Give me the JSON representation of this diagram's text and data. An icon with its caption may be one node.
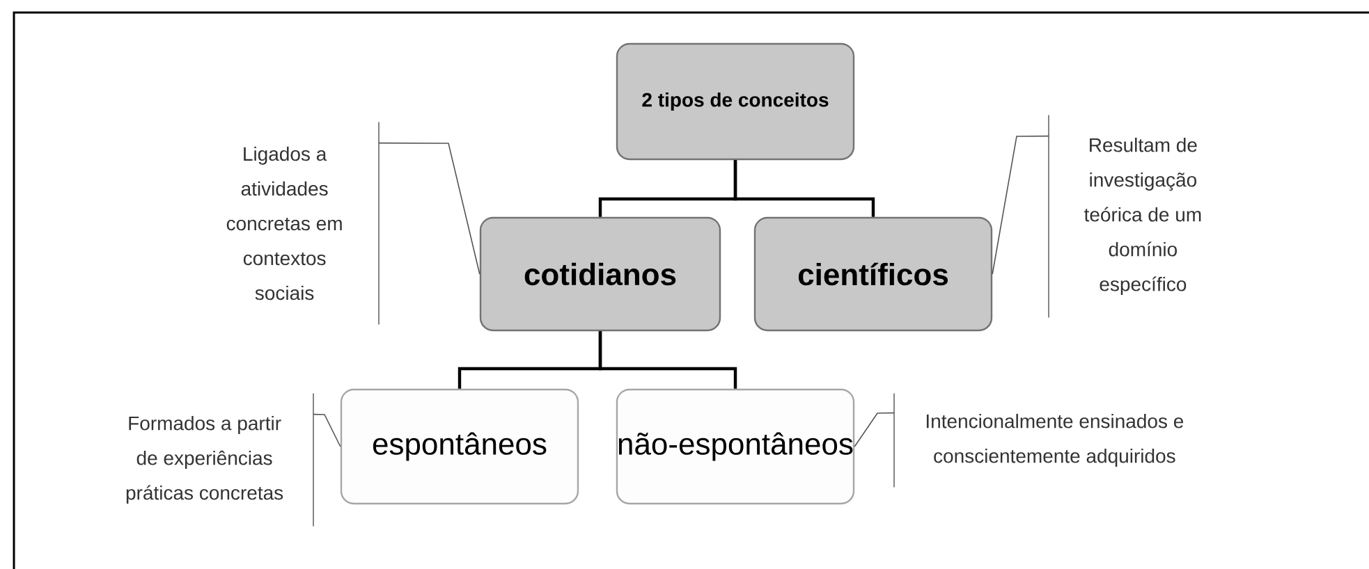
{
  "diagram": {
    "nodes": [
      {
        "text": [
          "2 tipos de conceitos"
        ]
      },
      {
        "text": [
          "cotidianos"
        ]
      },
      {
        "text": [
          "científicos"
        ]
      },
      {
        "text": [
          "espontâneos"
        ]
      },
      {
        "text": [
          "não-espontâneos"
        ]
      },
      {
        "text": [
          "Ligados a atividades concretas em contextos sociais"
        ]
      },
      {
        "text": [
          "Resultam de investigação teórica de um domínio específico"
        ]
      },
      {
        "text": [
          "Formados a partir de experiências práticas concretas"
        ]
      },
      {
        "text": [
          "Intencionalmente ensinados e conscientemente adquiridos"
        ]
      }
    ],
    "edges": [
      {
        "from": 0,
        "to": 1,
        "arrow": "none"
      },
      {
        "from": 0,
        "to": 2,
        "arrow": "none"
      },
      {
        "from": 1,
        "to": 3,
        "arrow": "none"
      },
      {
        "from": 1,
        "to": 4,
        "arrow": "none"
      },
      {
        "from": 5,
        "to": 1,
        "arrow": "none",
        "color": "#555555"
      },
      {
        "from": 6,
        "to": 2,
        "arrow": "none",
        "color": "#555555"
      },
      {
        "from": 7,
        "to": 3,
        "arrow": "none",
        "color": "#555555"
      },
      {
        "from": 8,
        "to": 4,
        "arrow": "none",
        "color": "#555555"
      }
    ]
  }
}
